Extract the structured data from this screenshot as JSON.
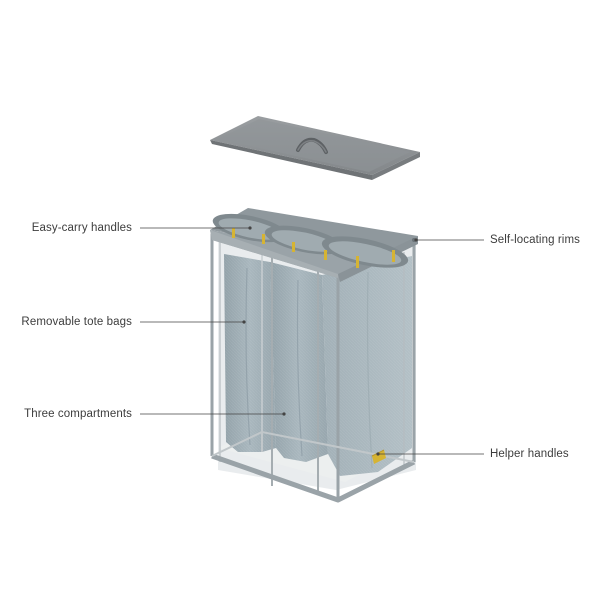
{
  "colors": {
    "background": "#ffffff",
    "lid_top": "#8b8f92",
    "lid_edge": "#6f7376",
    "frame": "#9aa3a8",
    "fabric": "#a3b2b9",
    "fabric_dark": "#8d9ba2",
    "handle_accent": "#d6b433",
    "leader_line": "#444444",
    "label_text": "#3c3c3c"
  },
  "callouts": {
    "easy_carry": "Easy-carry handles",
    "removable_bags": "Removable tote bags",
    "three_compartments": "Three compartments",
    "self_locating": "Self-locating rims",
    "helper_handles": "Helper handles"
  }
}
